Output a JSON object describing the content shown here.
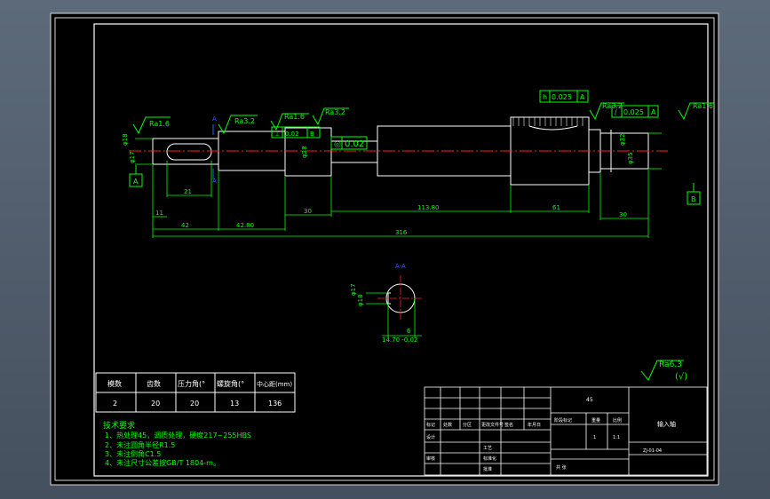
{
  "view_label": "A-A",
  "section_marks": [
    "A",
    "A"
  ],
  "datums": [
    "A",
    "B"
  ],
  "roughness": [
    "Ra1.6",
    "Ra3.2",
    "Ra1.6",
    "Ra3.2",
    "Ra3.2",
    "Ra1.6",
    "Ra6.3"
  ],
  "roughness_other": "(√)",
  "tolerance_frames": [
    {
      "sym": "⊥",
      "value": "0.02",
      "datum": "B"
    },
    {
      "sym": "◎",
      "value": "0.02",
      "datum": ""
    },
    {
      "sym": "h",
      "value": "0.025",
      "datum": "A"
    },
    {
      "sym": "/",
      "value": "0.025",
      "datum": "A"
    }
  ],
  "dimensions": {
    "keyway": "21",
    "end_len": "11",
    "seg1": "42",
    "seg2": "42.80",
    "seg3": "30",
    "seg4": "113.80",
    "seg5": "61",
    "seg6": "30",
    "total": "316",
    "dia_left": "φ17",
    "dia_left2": "φ18",
    "dia_mid": "φ28",
    "dia_right": "φ35",
    "dia_right2": "φ32",
    "sec_width": "6",
    "sec_depth": "14.70 -0.02",
    "sec_dia1": "φ18",
    "sec_dia2": "φ17"
  },
  "gear_table": {
    "headers": [
      "模数",
      "齿数",
      "压力角(°",
      "螺旋角(°",
      "中心距(mm)"
    ],
    "values": [
      "2",
      "20",
      "20",
      "13",
      "136"
    ]
  },
  "tech_notes": {
    "title": "技术要求",
    "lines": [
      "1、热处理45，调质处理，硬度217~255HBS",
      "2、未注圆角半径R1.5",
      "3、未注倒角C1.5",
      "4、未注尺寸公差按GB/T 1804-m。"
    ]
  },
  "title_block": {
    "material": "45",
    "part_name": "输入轴",
    "drawing_no": "ZJ-01-04",
    "scale_label": "比例",
    "weight_label": "重量",
    "stage_label": "阶段标记",
    "scale": "1:1",
    "qty": "1",
    "drawn_by": "设计",
    "check": "审核",
    "process": "工艺",
    "approve": "批准",
    "std": "标准化",
    "sheet": "共 张",
    "rev_headers": [
      "标记",
      "处数",
      "分区",
      "更改文件号",
      "签名",
      "年月日"
    ]
  }
}
